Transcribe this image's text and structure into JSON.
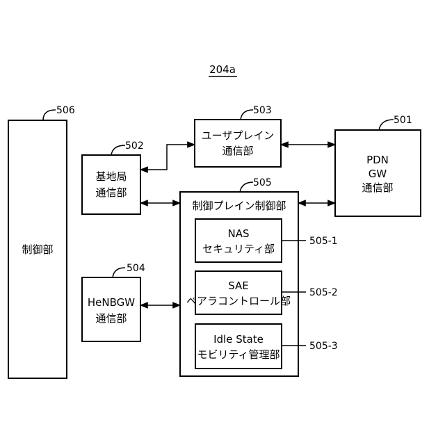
{
  "figure_label": "204a",
  "blocks": {
    "control": {
      "ref": "506",
      "lines": [
        "制御部"
      ]
    },
    "pdn_gw": {
      "ref": "501",
      "lines": [
        "PDN",
        "GW",
        "通信部"
      ]
    },
    "base_station": {
      "ref": "502",
      "lines": [
        "基地局",
        "通信部"
      ]
    },
    "user_plane": {
      "ref": "503",
      "lines": [
        "ユーザプレイン",
        "通信部"
      ]
    },
    "henbgw": {
      "ref": "504",
      "lines": [
        "HeNBGW",
        "通信部"
      ]
    },
    "control_plane": {
      "ref": "505",
      "lines": [
        "制御プレイン制御部"
      ]
    },
    "nas_security": {
      "ref": "505-1",
      "lines": [
        "NAS",
        "セキュリティ部"
      ]
    },
    "sae_bearer": {
      "ref": "505-2",
      "lines": [
        "SAE",
        "ベアラコントロール部"
      ]
    },
    "idle_mobility": {
      "ref": "505-3",
      "lines": [
        "Idle State",
        "モビリティ管理部"
      ]
    }
  }
}
